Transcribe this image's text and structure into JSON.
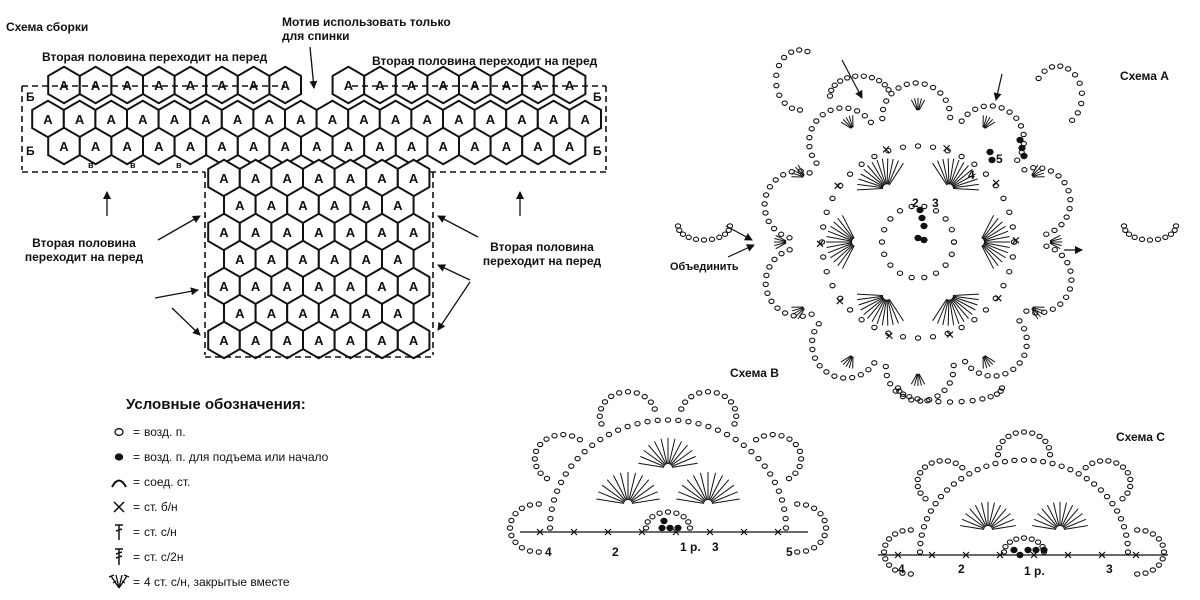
{
  "assembly": {
    "title": "Схема сборки",
    "motif_note_line1": "Мотив использовать только",
    "motif_note_line2": "для спинки",
    "top_left_note": "Вторая половина переходит на перед",
    "top_right_note": "Вторая половина переходит на перед",
    "side_left_line1": "Вторая половина",
    "side_left_line2": "переходит на перед",
    "side_right_line1": "Вторая половина",
    "side_right_line2": "переходит на перед",
    "cell_label": "А",
    "edge_label_b": "Б",
    "edge_label_v": "в"
  },
  "legend": {
    "title": "Условные обозначения:",
    "items": [
      {
        "text": "возд. п.",
        "symbol": "chain-circle"
      },
      {
        "text": "возд. п. для подъема или начало",
        "symbol": "filled-circle"
      },
      {
        "text": "соед. ст.",
        "symbol": "slip-arc"
      },
      {
        "text": "ст. б/н",
        "symbol": "cross"
      },
      {
        "text": "ст. с/н",
        "symbol": "dc-stitch"
      },
      {
        "text": "ст. с/2н",
        "symbol": "tr-stitch"
      },
      {
        "text": "4 ст. с/н, закрытые вместе",
        "symbol": "cluster"
      }
    ],
    "eq": "="
  },
  "schemes": {
    "a_title": "Схема А",
    "b_title": "Схема В",
    "c_title": "Схема С",
    "join_label": "Объединить",
    "a_rows": [
      "2",
      "3",
      "4",
      "5"
    ],
    "b_rows": [
      "4",
      "2",
      "1 р.",
      "3",
      "5"
    ],
    "c_rows": [
      "4",
      "2",
      "1 р.",
      "3"
    ]
  },
  "colors": {
    "ink": "#111111",
    "paper": "#ffffff",
    "motif_fill": "#111111"
  }
}
